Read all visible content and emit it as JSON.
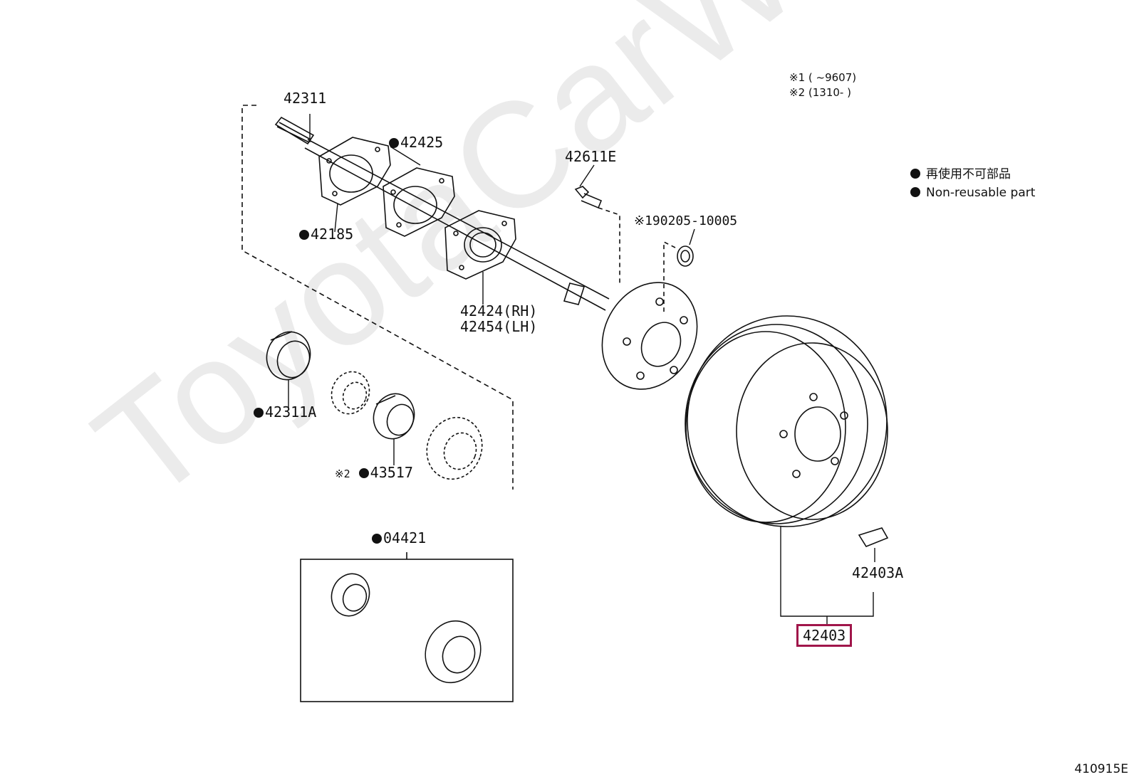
{
  "watermark": "ToyotaCarWine.ru",
  "notes": {
    "n1": "※1 (       ~9607)",
    "n2": "※2 (1310-       )"
  },
  "legend": {
    "jp": "再使用不可部品",
    "en": "Non-reusable part"
  },
  "parts": {
    "p42311": "42311",
    "p42425": "42425",
    "p42185": "42185",
    "p42611E": "42611E",
    "p90205_prefix": "※1",
    "p90205": "90205-10005",
    "p42424": "42424(RH)",
    "p42454": "42454(LH)",
    "p42311A": "42311A",
    "p43517_prefix": "※2",
    "p43517": "43517",
    "p04421": "04421",
    "p42403A": "42403A",
    "p42403": "42403"
  },
  "diagram_id": "410915E",
  "colors": {
    "highlight": "#a0154a",
    "line": "#111111",
    "watermark": "#ebebeb"
  }
}
